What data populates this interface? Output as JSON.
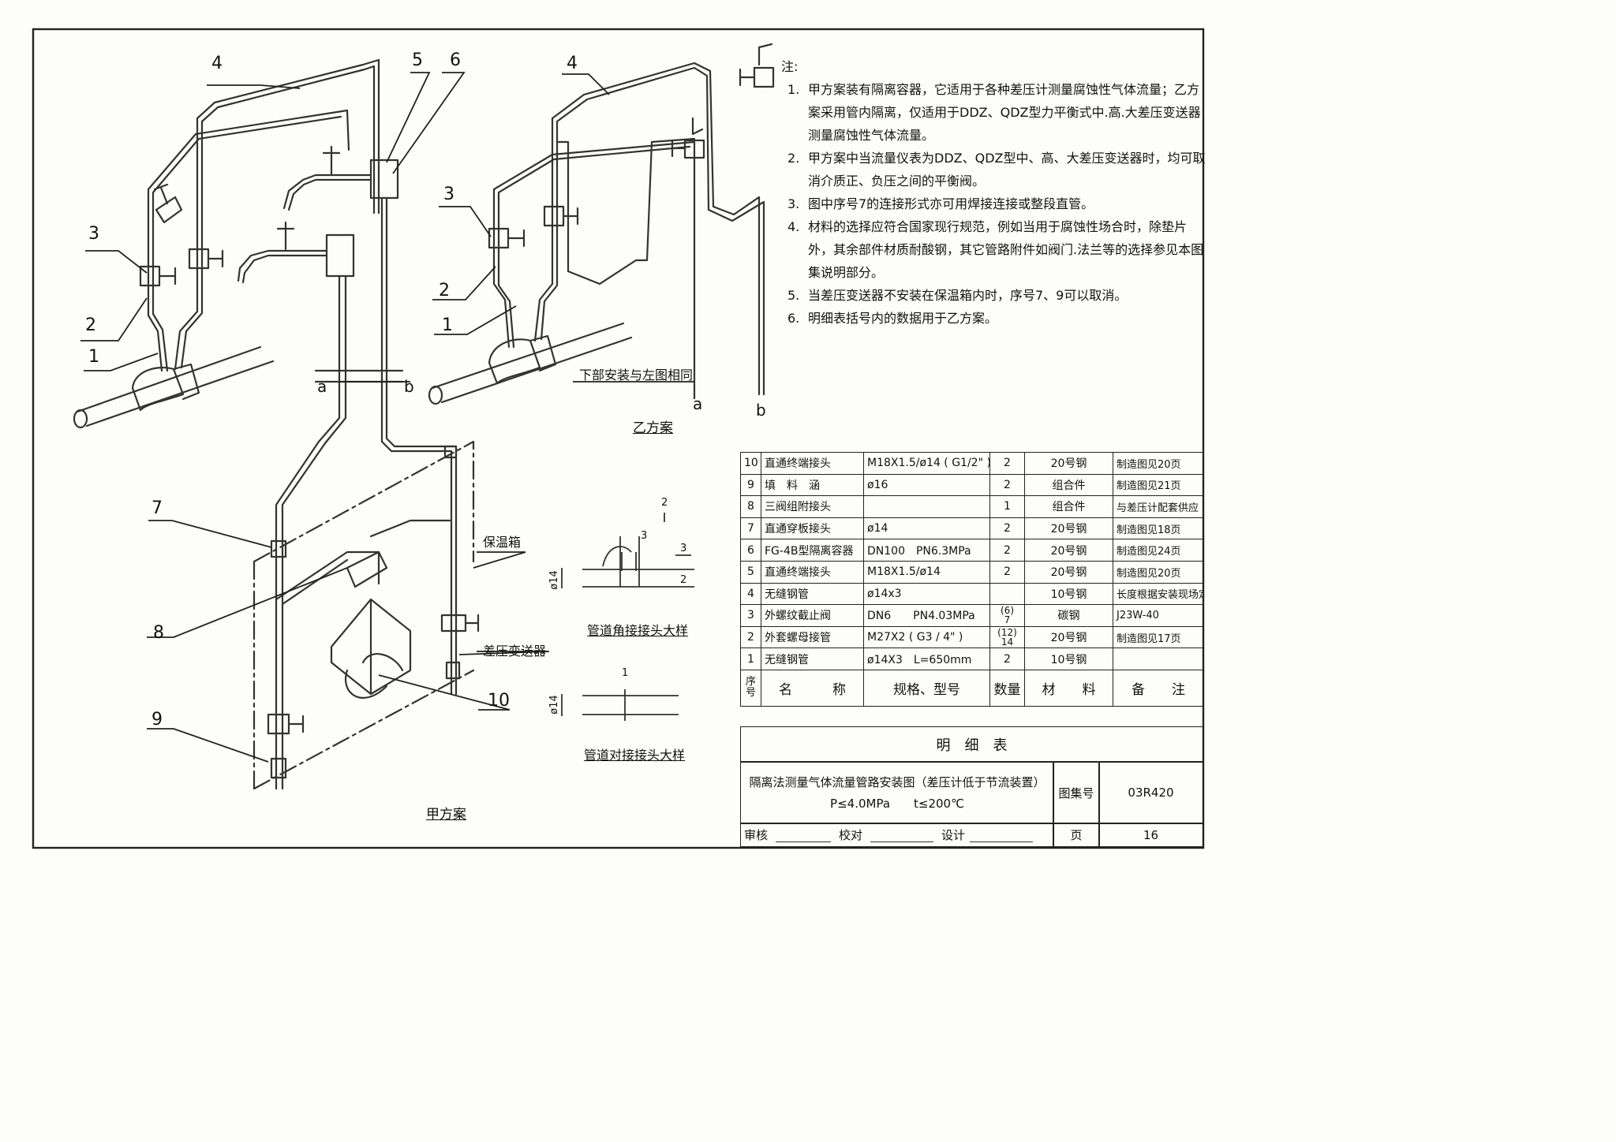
{
  "notes": {
    "heading": "注:",
    "items": [
      {
        "num": "1.",
        "text": "甲方案装有隔离容器，它适用于各种差压计测量腐蚀性气体流量；乙方案采用管内隔离，仅适用于DDZ、QDZ型力平衡式中.高.大差压变送器测量腐蚀性气体流量。"
      },
      {
        "num": "2.",
        "text": "甲方案中当流量仪表为DDZ、QDZ型中、高、大差压变送器时，均可取消介质正、负压之间的平衡阀。"
      },
      {
        "num": "3.",
        "text": "图中序号7的连接形式亦可用焊接连接或整段直管。"
      },
      {
        "num": "4.",
        "text": "材料的选择应符合国家现行规范，例如当用于腐蚀性场合时，除垫片外，其余部件材质耐酸钢，其它管路附件如阀门.法兰等的选择参见本图集说明部分。"
      },
      {
        "num": "5.",
        "text": "当差压变送器不安装在保温箱内时，序号7、9可以取消。"
      },
      {
        "num": "6.",
        "text": "明细表括号内的数据用于乙方案。"
      }
    ]
  },
  "bom": {
    "rows": [
      {
        "no": "10",
        "name": "直通终端接头",
        "spec": "M18X1.5/ø14 ( G1/2\" )",
        "qty": "2",
        "material": "20号钢",
        "remark": "制造图见20页"
      },
      {
        "no": "9",
        "name": "填　料　涵",
        "spec": "ø16",
        "qty": "2",
        "material": "组合件",
        "remark": "制造图见21页"
      },
      {
        "no": "8",
        "name": "三阀组附接头",
        "spec": "",
        "qty": "1",
        "material": "组合件",
        "remark": "与差压计配套供应"
      },
      {
        "no": "7",
        "name": "直通穿板接头",
        "spec": "ø14",
        "qty": "2",
        "material": "20号钢",
        "remark": "制造图见18页"
      },
      {
        "no": "6",
        "name": "FG-4B型隔离容器",
        "spec": "DN100　PN6.3MPa",
        "qty": "2",
        "material": "20号钢",
        "remark": "制造图见24页"
      },
      {
        "no": "5",
        "name": "直通终端接头",
        "spec": "M18X1.5/ø14",
        "qty": "2",
        "material": "20号钢",
        "remark": "制造图见20页"
      },
      {
        "no": "4",
        "name": "无缝钢管",
        "spec": "ø14x3",
        "qty": "",
        "material": "10号钢",
        "remark": "长度根据安装现场定"
      },
      {
        "no": "3",
        "name": "外螺纹截止阀",
        "spec": "DN6　　PN4.03MPa",
        "qty": "(6)\n7",
        "material": "碳钢",
        "remark": "J23W-40"
      },
      {
        "no": "2",
        "name": "外套螺母接管",
        "spec": "M27X2 ( G3 / 4\" )",
        "qty": "(12)\n14",
        "material": "20号钢",
        "remark": "制造图见17页"
      },
      {
        "no": "1",
        "name": "无缝钢管",
        "spec": "ø14X3　L=650mm",
        "qty": "2",
        "material": "10号钢",
        "remark": ""
      }
    ],
    "header": {
      "no": "序号",
      "name": "名　　　称",
      "spec": "规格、型号",
      "qty": "数量",
      "material": "材　　料",
      "remark": "备　　注"
    },
    "title": "明　细　表"
  },
  "title_block": {
    "drawing_title": "隔离法测量气体流量管路安装图（差压计低于节流装置）",
    "conditions": "P≤4.0MPa　　t≤200℃",
    "atlas_label": "图集号",
    "atlas_no": "03R420",
    "page_label": "页",
    "page_no": "16",
    "review_label": "审核",
    "check_label": "校对",
    "design_label": "设计"
  },
  "labels": {
    "scheme_a": "甲方案",
    "scheme_b": "乙方案",
    "insulation_box": "保温箱",
    "transmitter": "差压变送器",
    "lower_same": "下部安装与左图相同",
    "corner_joint": "管道角接接头大样",
    "butt_joint": "管道对接接头大样",
    "pipe_a": "a",
    "pipe_b": "b",
    "dim_d14": "ø14",
    "dim_2": "2",
    "dim_3": "3",
    "dim_1": "1",
    "callouts": [
      "1",
      "2",
      "3",
      "4",
      "5",
      "6",
      "7",
      "8",
      "9",
      "10"
    ]
  }
}
